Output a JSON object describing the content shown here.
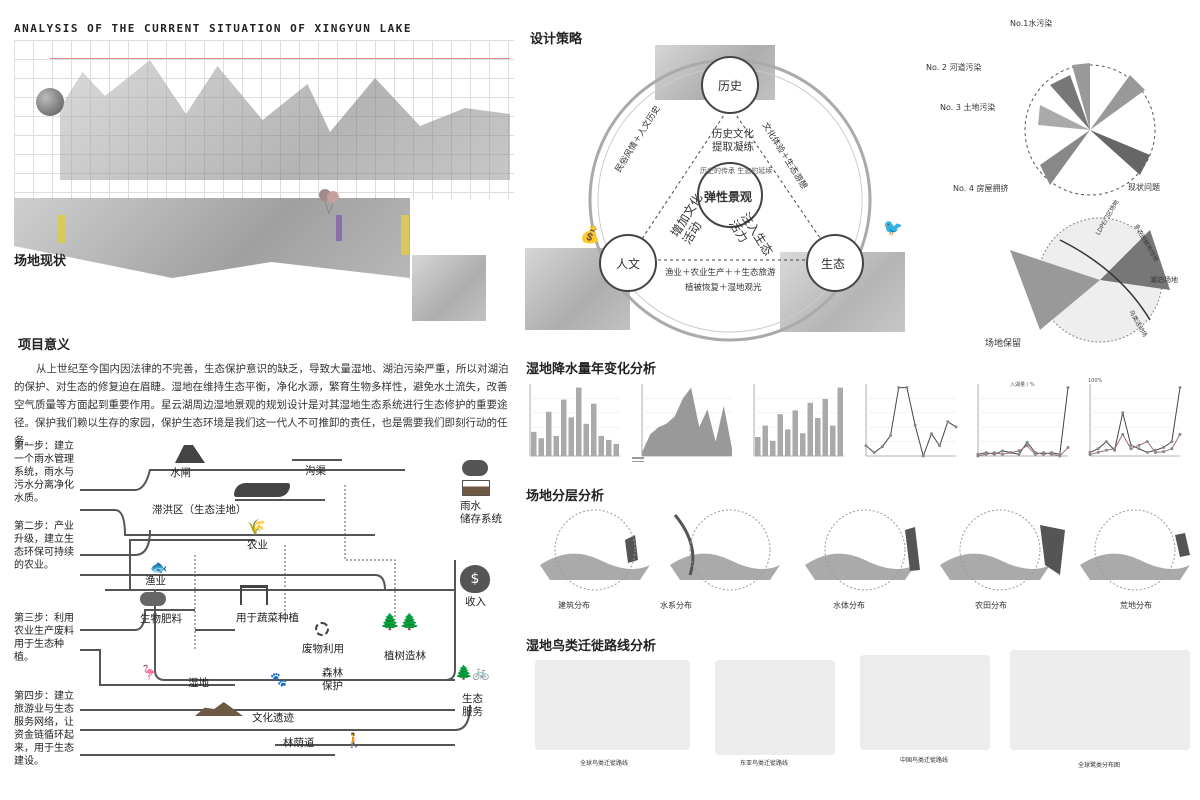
{
  "header": {
    "title_en": "ANALYSIS OF THE CURRENT SITUATION OF XINGYUN LAKE"
  },
  "site": {
    "title": "场地现状"
  },
  "strategy": {
    "title": "设计策略",
    "center": "弹性景观",
    "nodes": {
      "history": "历史",
      "humanity": "人文",
      "ecology": "生态"
    },
    "inner_top": "历史文化\n提取凝练",
    "edge_left": "民俗风情＋人文历史",
    "edge_right": "文化体验＋生态游憩",
    "edge_bottom_1": "渔业＋农业生产＋＋生态旅游",
    "edge_bottom_2": "植被恢复＋湿地观光",
    "inner_left": "增加文化\n活动",
    "inner_right": "注入生态\n活力",
    "inner_small": "历史的传承 生态的延续"
  },
  "problems": {
    "items": [
      "No.1水污染",
      "No. 2 河道污染",
      "No. 3 土地污染",
      "No. 4 房屋拥挤"
    ],
    "caption": "现状问题"
  },
  "retain": {
    "caption": "场地保留",
    "labels": [
      "LDPE门区场地",
      "多农田耕地场地",
      "湖泊场地",
      "乌类活动场"
    ]
  },
  "significance": {
    "title": "项目意义",
    "text": "从上世纪至今国内因法律的不完善，生态保护意识的缺乏，导致大量湿地、湖泊污染严重，所以对湖泊的保护、对生态的修复迫在眉睫。湿地在维持生态平衡，净化水源，繁育生物多样性，避免水土流失，改善空气质量等方面起到重要作用。星云湖周边湿地景观的规划设计是对其湿地生态系统进行生态修护的重要途径。保护我们赖以生存的家园，保护生态环境是我们这一代人不可推卸的责任，也是需要我们即刻行动的任务。"
  },
  "steps": [
    "第一步：建立一个雨水管理系统，雨水与污水分离净化水质。",
    "第二步：产业升级，建立生态环保可持续的农业。",
    "第三步：利用农业生产废料用于生态种植。",
    "第四步：建立旅游业与生态服务网络，让资金链循环起来，用于生态建设。"
  ],
  "flow_nodes": {
    "sluice": "水闸",
    "ditch": "沟渠",
    "rain_storage": "雨水\n储存系统",
    "flood_zone": "滞洪区（生态洼地）",
    "agriculture": "农业",
    "fishery": "渔业",
    "income": "收入",
    "fertilizer": "生物肥料",
    "vegetable": "用于蔬菜种植",
    "waste": "废物利用",
    "afforest": "植树造林",
    "wetland": "湿地",
    "forest": "森林\n保护",
    "eco_service": "生态\n服务",
    "heritage": "文化遗迹",
    "shade_path": "林荫道"
  },
  "rain_analysis": {
    "title": "湿地降水量年变化分析",
    "small_labels": [
      "入湖量 / %",
      "100%"
    ]
  },
  "layers": {
    "title": "场地分层分析",
    "labels": [
      "建筑分布",
      "水系分布",
      "水体分布",
      "农田分布",
      "荒地分布"
    ]
  },
  "birds": {
    "title": "湿地鸟类迁徙路线分析",
    "labels": [
      "全球鸟类迁徙路线",
      "东亚鸟类迁徙路线",
      "中国鸟类迁徙路线",
      "全球鹭类分布图"
    ]
  },
  "chart_data": [
    {
      "type": "bar",
      "values": [
        30,
        22,
        55,
        25,
        70,
        48,
        85,
        40,
        65,
        25,
        20,
        15
      ]
    },
    {
      "type": "area",
      "values": [
        5,
        30,
        40,
        45,
        55,
        80,
        95,
        40,
        65,
        20,
        70,
        10
      ]
    },
    {
      "type": "bar",
      "values": [
        25,
        40,
        20,
        55,
        35,
        60,
        30,
        70,
        50,
        75,
        40,
        90
      ]
    },
    {
      "type": "line",
      "values": [
        60,
        20,
        55,
        120,
        400,
        400,
        180,
        0,
        130,
        60,
        200,
        170
      ]
    },
    {
      "type": "line",
      "series": [
        {
          "values": [
            1,
            2,
            1,
            3,
            2,
            1,
            8,
            2,
            1,
            2,
            1,
            40
          ]
        },
        {
          "values": [
            0,
            1,
            2,
            1,
            2,
            3,
            6,
            1,
            2,
            1,
            0,
            5
          ]
        }
      ]
    },
    {
      "type": "line",
      "series": [
        {
          "values": [
            5,
            10,
            20,
            8,
            60,
            15,
            10,
            5,
            8,
            12,
            20,
            95
          ]
        },
        {
          "values": [
            2,
            5,
            8,
            10,
            30,
            10,
            15,
            20,
            5,
            6,
            10,
            30
          ]
        }
      ]
    }
  ],
  "colors": {
    "accent_purple": "#8b6fa8",
    "accent_yellow": "#d9c95a",
    "accent_green": "#6b8f5a",
    "line": "#555555"
  }
}
